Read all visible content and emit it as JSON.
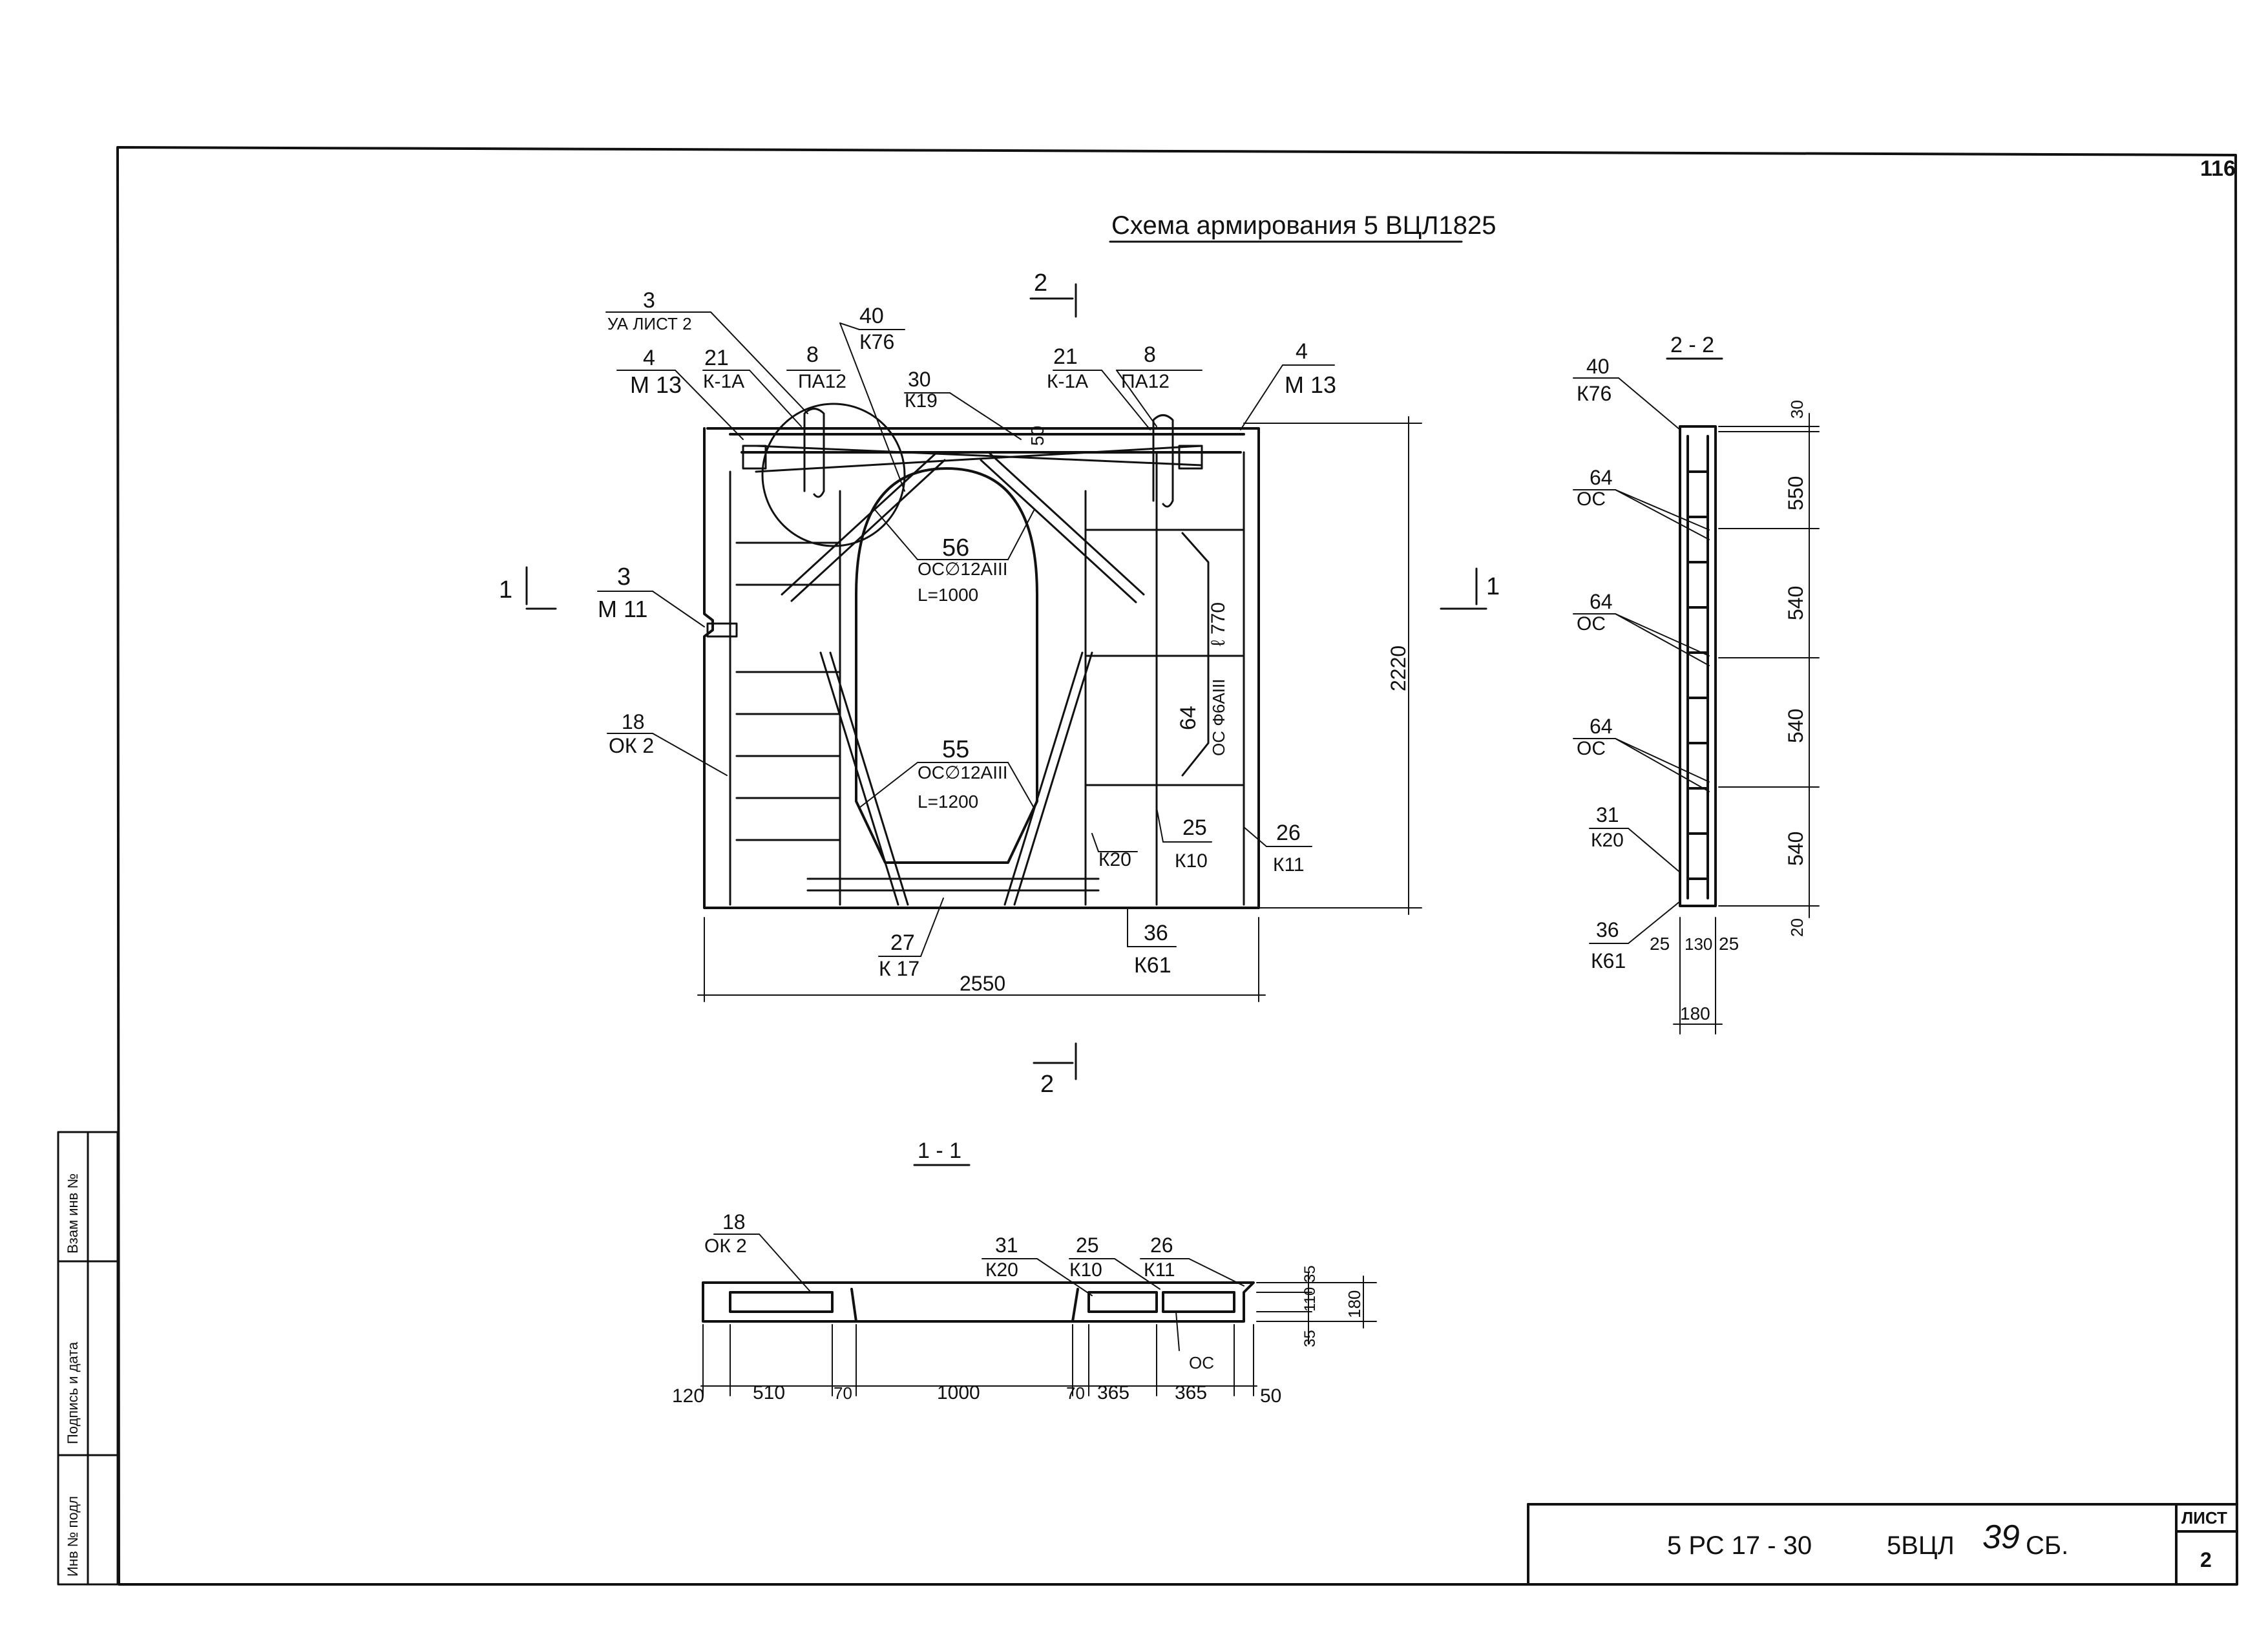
{
  "sheet": {
    "page_number": "116",
    "title": "Схема армирования 5 ВЦЛ1825",
    "stamp_code": "5 РС 17 - 30",
    "stamp_product": "5ВЦЛ",
    "stamp_handwritten": "39",
    "stamp_suffix": "СБ.",
    "stamp_sheet_label": "ЛИСТ",
    "stamp_sheet_number": "2"
  },
  "side_stamp": {
    "ref_no": "Взам инв №",
    "sign_date": "Подпись и дата",
    "inv_no": "Инв № подл"
  },
  "main_view": {
    "section_mark_top": "2",
    "section_mark_bottom": "2",
    "section_mark_left": "1",
    "section_mark_right": "1",
    "leaders": [
      {
        "num": "3",
        "code": "УА ЛИСТ 2"
      },
      {
        "num": "40",
        "code": "К76"
      },
      {
        "num": "4",
        "code": "М 13"
      },
      {
        "num": "21",
        "code": "К-1А"
      },
      {
        "num": "8",
        "code": "ПА12"
      },
      {
        "num": "30",
        "code": "К19"
      },
      {
        "num": "21",
        "code": "К-1А"
      },
      {
        "num": "8",
        "code": "ПА12"
      },
      {
        "num": "4",
        "code": "М 13"
      },
      {
        "num": "3",
        "code": "М 11"
      },
      {
        "num": "18",
        "code": "ОК 2"
      },
      {
        "num": "27",
        "code": "К 17"
      },
      {
        "num": "36",
        "code": "К61"
      },
      {
        "num": "25",
        "code": "К10"
      },
      {
        "num": "26",
        "code": "К11"
      }
    ],
    "label_k20": "К20",
    "bar56_num": "56",
    "bar56_spec": "ОС∅12АIII",
    "bar56_len": "L=1000",
    "bar55_num": "55",
    "bar55_spec": "ОС∅12АIII",
    "bar55_len": "L=1200",
    "bar64_num": "64",
    "bar64_spec": "ОС Ф6АIII",
    "bar64_len": "ℓ 770",
    "dim_50": "50",
    "dim_height": "2220",
    "dim_width": "2550"
  },
  "section_22": {
    "title": "2 - 2",
    "leaders": [
      {
        "num": "40",
        "code": "К76"
      },
      {
        "num": "64",
        "code": "ОС"
      },
      {
        "num": "64",
        "code": "ОС"
      },
      {
        "num": "64",
        "code": "ОС"
      },
      {
        "num": "31",
        "code": "К20"
      },
      {
        "num": "36",
        "code": "К61"
      }
    ],
    "dims_vertical": [
      "30",
      "550",
      "540",
      "540",
      "540",
      "20"
    ],
    "dims_bottom": [
      "25",
      "130",
      "25"
    ],
    "dim_total": "180"
  },
  "section_11": {
    "title": "1 - 1",
    "leaders": [
      {
        "num": "18",
        "code": "ОК 2"
      },
      {
        "num": "31",
        "code": "К20"
      },
      {
        "num": "25",
        "code": "К10"
      },
      {
        "num": "26",
        "code": "К11"
      }
    ],
    "label_oc": "ОС",
    "dims_bottom": [
      "120",
      "510",
      "70",
      "1000",
      "70",
      "365",
      "365",
      "50"
    ],
    "dims_right": [
      "35",
      "110",
      "35"
    ],
    "dim_thickness": "180"
  }
}
